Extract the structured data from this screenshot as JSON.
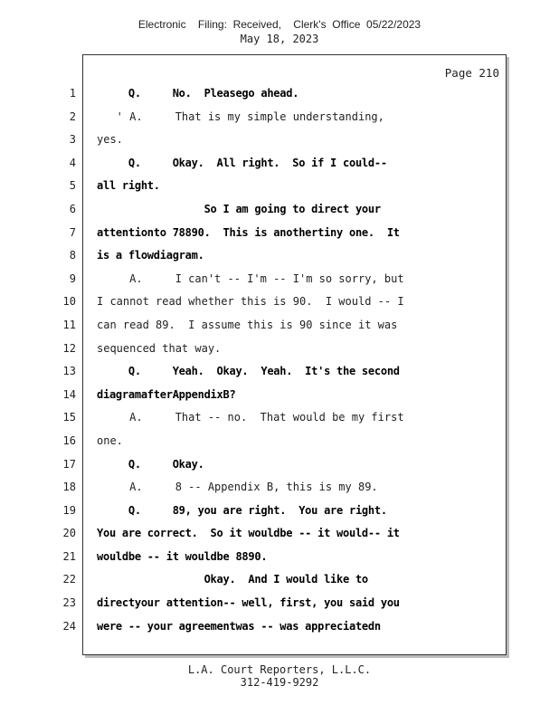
{
  "header": {
    "filing_stamp": "Electronic    Filing:  Received,    Clerk's  Office  05/22/2023",
    "date": "May 18, 2023"
  },
  "page_label": "Page 210",
  "lines": [
    {
      "num": "1",
      "text": "     Q.     No.  Pleasego ahead.",
      "bold": true
    },
    {
      "num": "2",
      "text": "   ' A.     That is my simple understanding,",
      "bold": false
    },
    {
      "num": "3",
      "text": "yes.",
      "bold": false
    },
    {
      "num": "4",
      "text": "     Q.     Okay.  All right.  So if I could--",
      "bold": true
    },
    {
      "num": "5",
      "text": "all right.",
      "bold": true
    },
    {
      "num": "6",
      "text": "                 So I am going to direct your",
      "bold": true
    },
    {
      "num": "7",
      "text": "attentionto 78890.  This is anothertiny one.  It",
      "bold": true
    },
    {
      "num": "8",
      "text": "is a flowdiagram.",
      "bold": true
    },
    {
      "num": "9",
      "text": "     A.     I can't -- I'm -- I'm so sorry, but",
      "bold": false
    },
    {
      "num": "10",
      "text": "I cannot read whether this is 90.  I would -- I",
      "bold": false
    },
    {
      "num": "11",
      "text": "can read 89.  I assume this is 90 since it was",
      "bold": false
    },
    {
      "num": "12",
      "text": "sequenced that way.",
      "bold": false
    },
    {
      "num": "13",
      "text": "     Q.     Yeah.  Okay.  Yeah.  It's the second",
      "bold": true
    },
    {
      "num": "14",
      "text": "diagramafterAppendixB?",
      "bold": true
    },
    {
      "num": "15",
      "text": "     A.     That -- no.  That would be my first",
      "bold": false
    },
    {
      "num": "16",
      "text": "one.",
      "bold": false
    },
    {
      "num": "17",
      "text": "     Q.     Okay.",
      "bold": true
    },
    {
      "num": "18",
      "text": "     A.     8 -- Appendix B, this is my 89.",
      "bold": false
    },
    {
      "num": "19",
      "text": "     Q.     89, you are right.  You are right.",
      "bold": true
    },
    {
      "num": "20",
      "text": "You are correct.  So it wouldbe -- it would-- it",
      "bold": true
    },
    {
      "num": "21",
      "text": "wouldbe -- it wouldbe 8890.",
      "bold": true
    },
    {
      "num": "22",
      "text": "                 Okay.  And I would like to",
      "bold": true
    },
    {
      "num": "23",
      "text": "directyour attention-- well, first, you said you",
      "bold": true
    },
    {
      "num": "24",
      "text": "were -- your agreementwas -- was appreciatedn",
      "bold": true
    }
  ],
  "footer": {
    "company": "L.A. Court Reporters, L.L.C.",
    "phone": "312-419-9292"
  }
}
